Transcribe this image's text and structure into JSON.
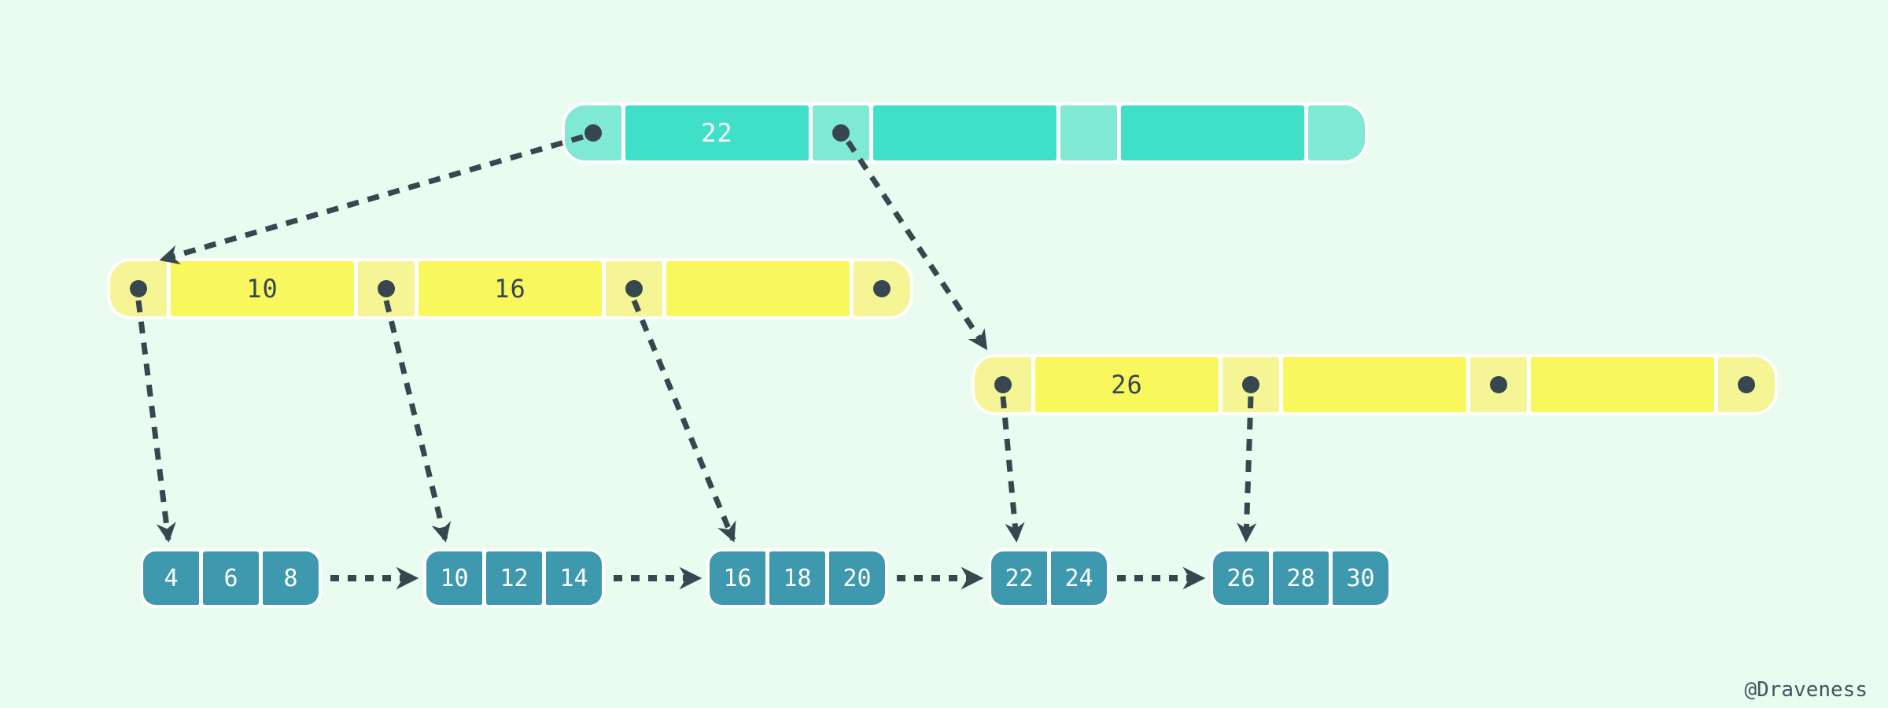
{
  "watermark": "@Draveness",
  "colors": {
    "background": "#EAFBEF",
    "root_key_cell": "#40E0C8",
    "root_pointer_cell": "#7FE9D3",
    "internal_key_cell": "#F8F75D",
    "internal_pointer_cell": "#F5F596",
    "leaf_cell": "#3F99AE",
    "arrow_and_dot": "#37474F",
    "separator": "#FFFFFF",
    "key_text_on_teal": "#FFFFFF",
    "key_text_on_yellow": "#37474F"
  },
  "tree": {
    "root": {
      "keys": [
        "22",
        "",
        ""
      ],
      "pointers": [
        true,
        true,
        false,
        false
      ]
    },
    "internal_left": {
      "keys": [
        "10",
        "16",
        ""
      ],
      "pointers": [
        true,
        true,
        true,
        true
      ]
    },
    "internal_right": {
      "keys": [
        "26",
        "",
        ""
      ],
      "pointers": [
        true,
        true,
        true,
        true
      ]
    },
    "leaves": [
      {
        "values": [
          "4",
          "6",
          "8"
        ]
      },
      {
        "values": [
          "10",
          "12",
          "14"
        ]
      },
      {
        "values": [
          "16",
          "18",
          "20"
        ]
      },
      {
        "values": [
          "22",
          "24"
        ]
      },
      {
        "values": [
          "26",
          "28",
          "30"
        ]
      }
    ]
  }
}
